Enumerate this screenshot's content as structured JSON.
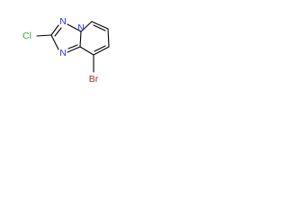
{
  "structure": {
    "atoms": [
      {
        "id": "N1",
        "label": "N",
        "color": "#3333ff"
      },
      {
        "id": "N2",
        "label": "N",
        "color": "#3333ff"
      },
      {
        "id": "N4",
        "label": "N",
        "color": "#3333ff"
      },
      {
        "id": "Cl",
        "label": "Cl",
        "color": "#33aa33"
      },
      {
        "id": "Br",
        "label": "Br",
        "color": "#a52a2a"
      }
    ],
    "bond_color": "#000000"
  }
}
